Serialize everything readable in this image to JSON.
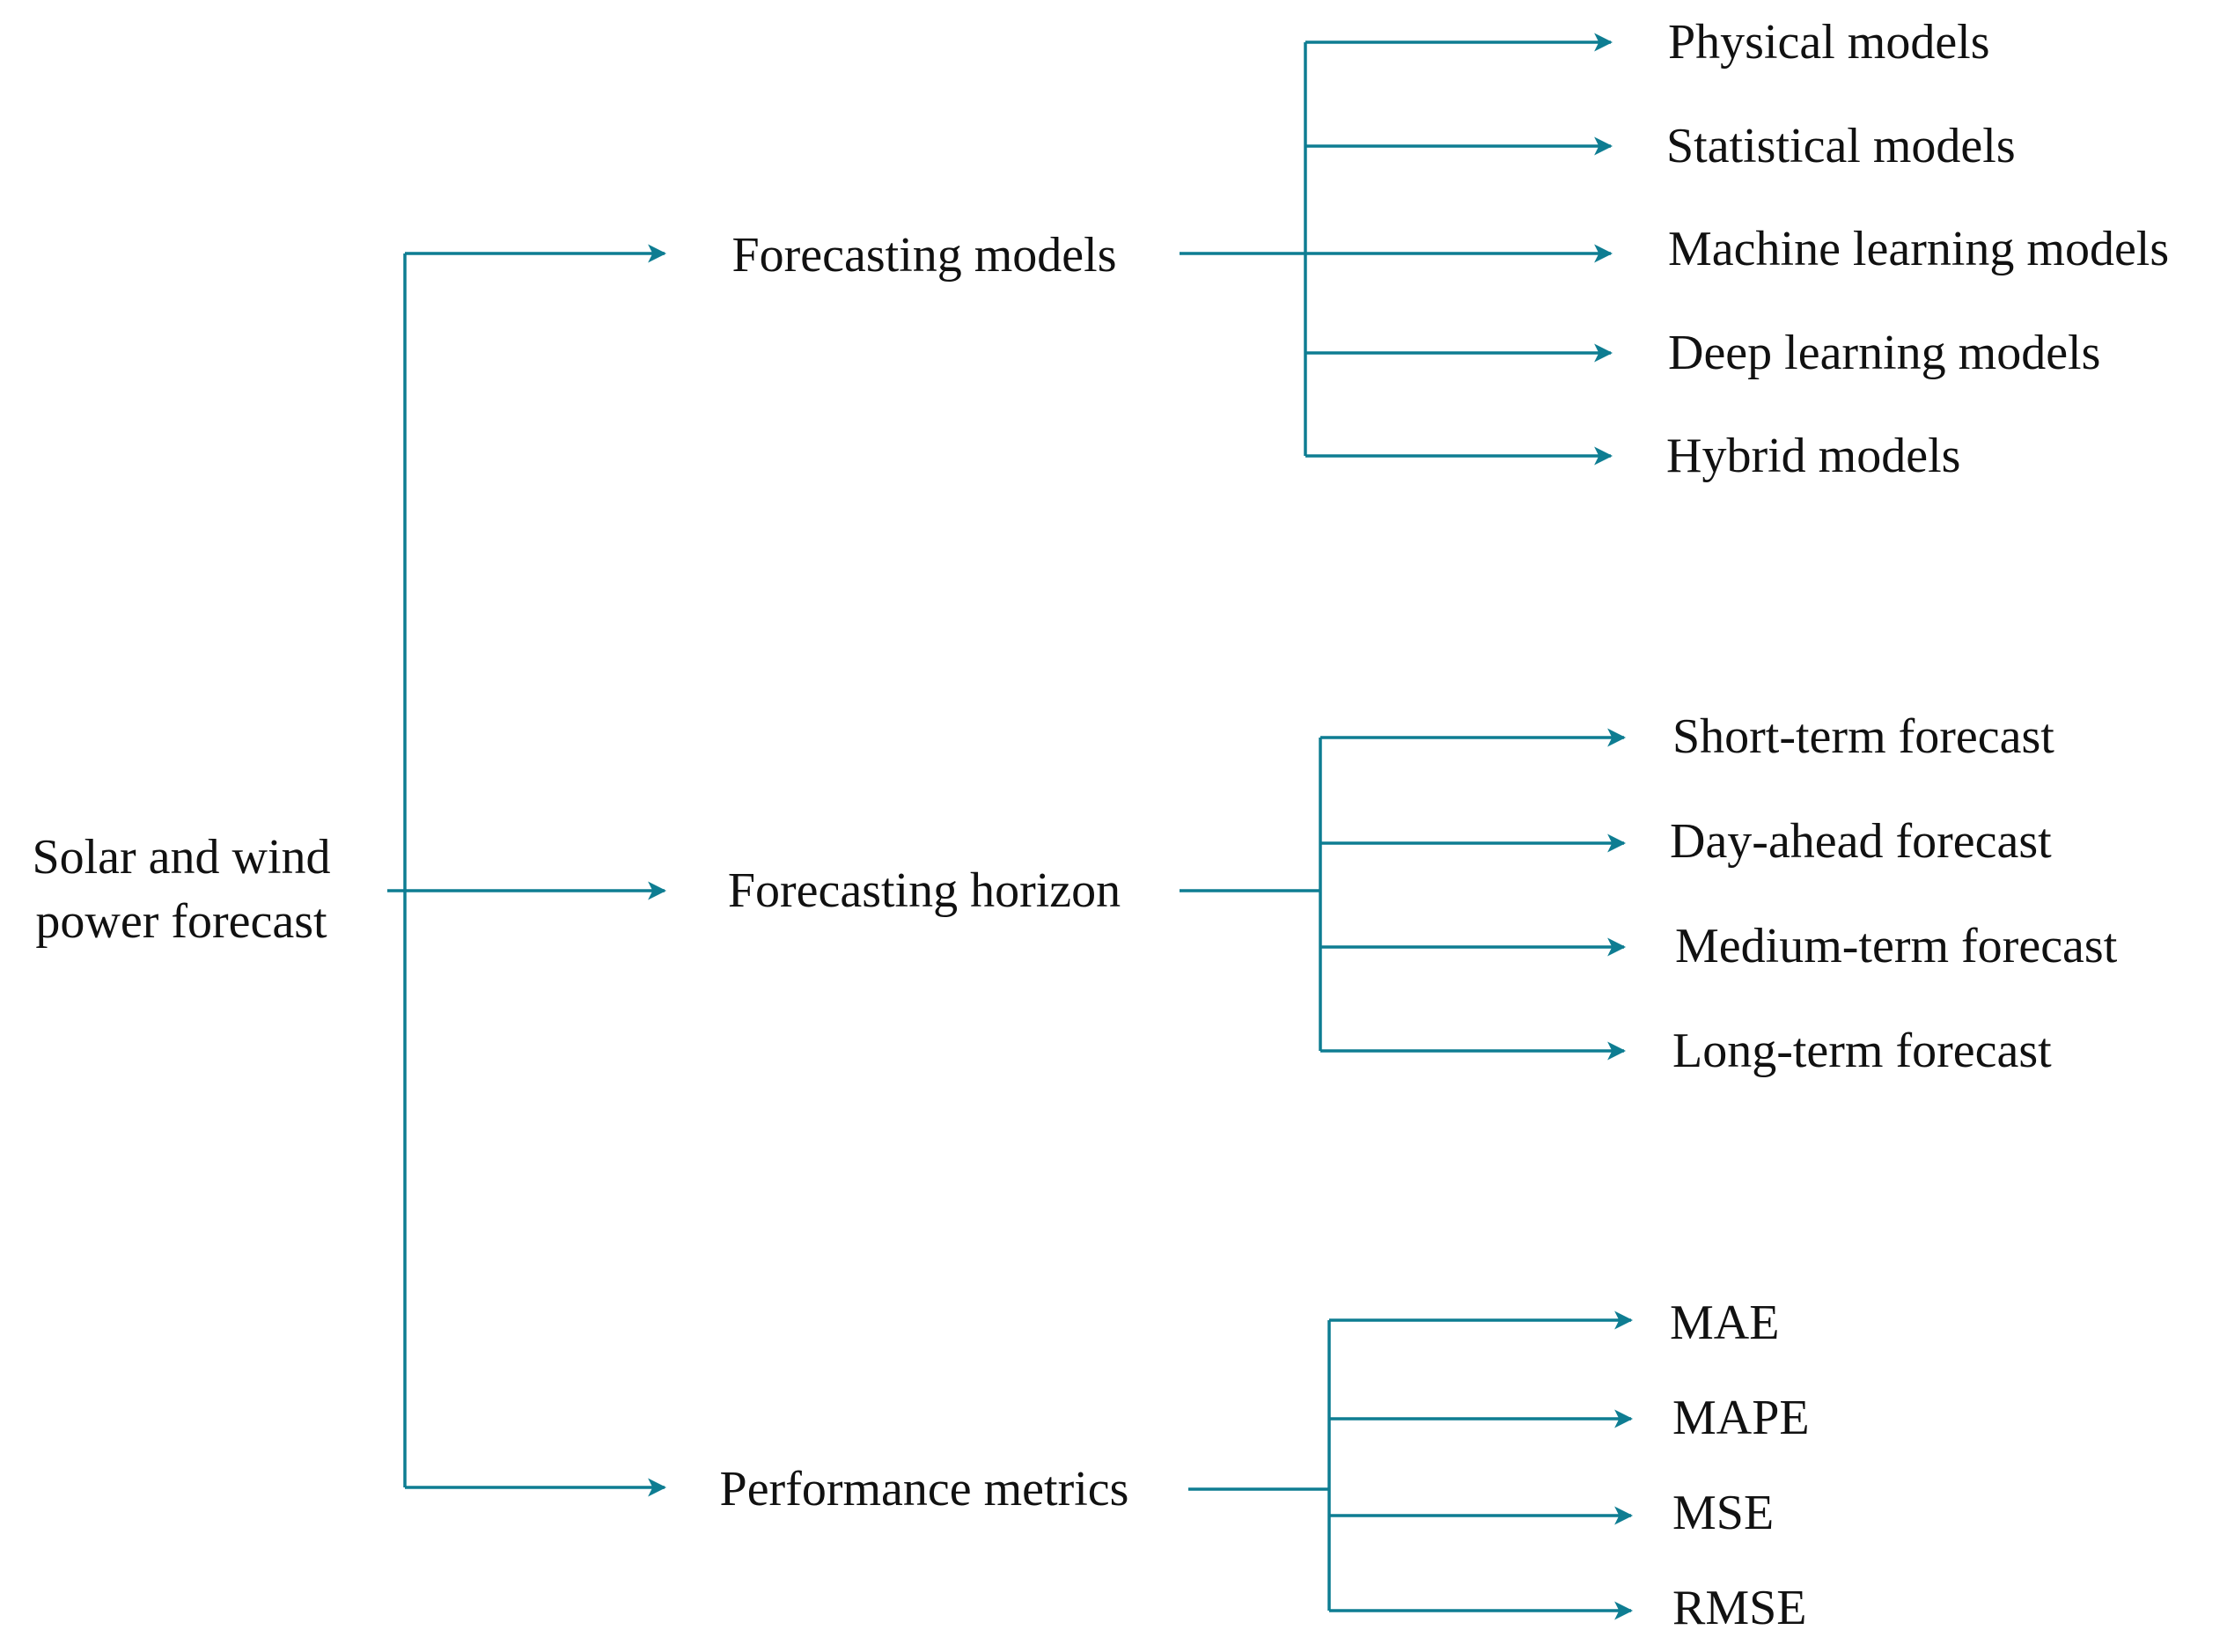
{
  "colors": {
    "connector": "#0e7d92",
    "text": "#111111",
    "background": "#ffffff"
  },
  "root": {
    "line1": "Solar and wind",
    "line2": "power forecast"
  },
  "branches": [
    {
      "label": "Forecasting models",
      "children": [
        "Physical models",
        "Statistical models",
        "Machine learning models",
        "Deep learning models",
        "Hybrid models"
      ]
    },
    {
      "label": "Forecasting horizon",
      "children": [
        "Short-term forecast",
        "Day-ahead forecast",
        "Medium-term forecast",
        "Long-term forecast"
      ]
    },
    {
      "label": "Performance metrics",
      "children": [
        "MAE",
        "MAPE",
        "MSE",
        "RMSE"
      ]
    }
  ]
}
